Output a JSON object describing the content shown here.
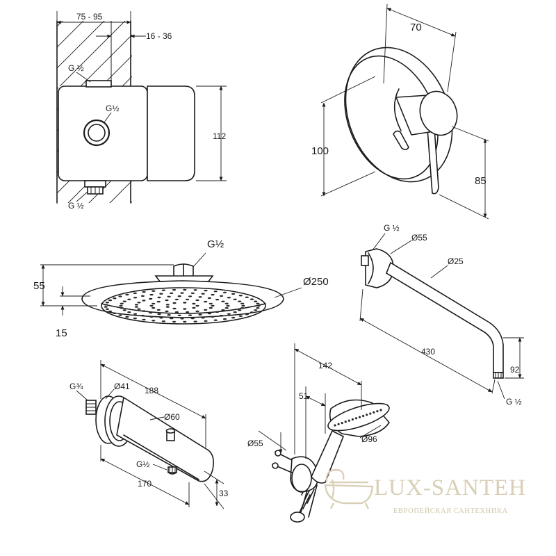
{
  "mixer": {
    "dim_depth_range": "75 - 95",
    "dim_wall_range": "16 - 36",
    "thread_top": "G ½",
    "thread_center": "G½",
    "thread_bottom": "G ½",
    "dim_height": "112"
  },
  "handle": {
    "dim_depth": "70",
    "dim_plate": "100",
    "dim_lever": "85"
  },
  "shower_head": {
    "thread": "G½",
    "dim_diameter": "Ø250",
    "dim_height": "55",
    "dim_edge": "15"
  },
  "shower_arm": {
    "thread_top": "G ½",
    "dim_flange": "Ø55",
    "dim_pipe": "Ø25",
    "dim_length": "430",
    "dim_drop": "92",
    "thread_bottom": "G ½"
  },
  "spout": {
    "thread_inlet": "G¾",
    "dim_flange": "Ø41",
    "dim_total": "188",
    "dim_body": "Ø60",
    "thread_outlet": "G½",
    "dim_length": "170",
    "dim_height": "33"
  },
  "hand_shower": {
    "dim_total": "142",
    "dim_holder": "51",
    "dim_flange": "Ø55",
    "dim_head": "Ø96"
  },
  "watermark": {
    "brand": "LUX-SANTEH",
    "tagline": "ЕВРОПЕЙСКАЯ САНТЕХНИКА"
  }
}
